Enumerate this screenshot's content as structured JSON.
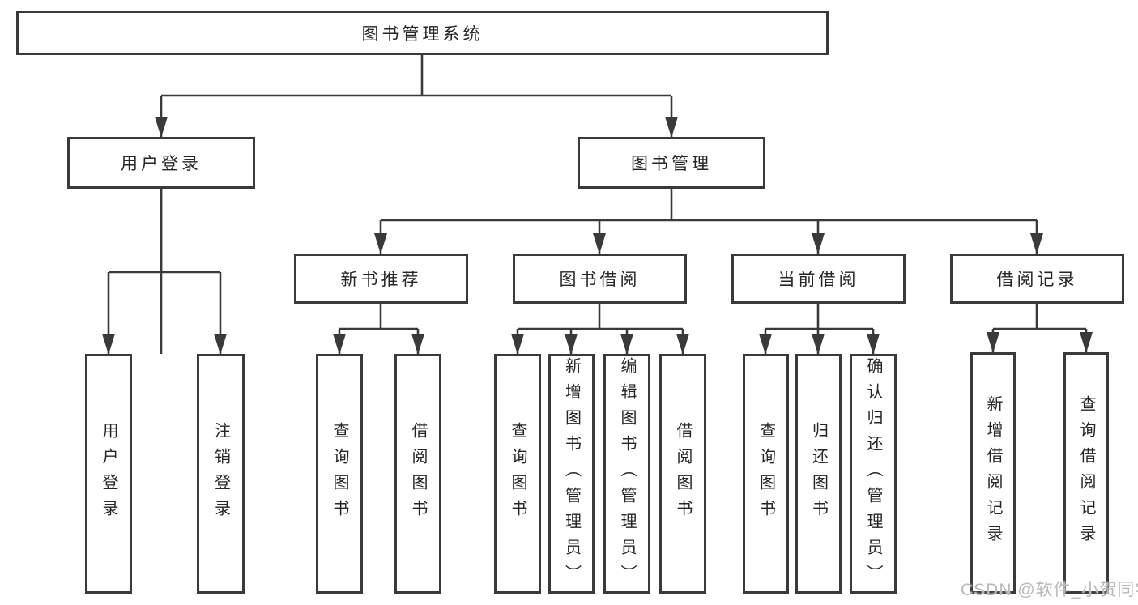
{
  "diagram": {
    "root": {
      "label": "图书管理系统"
    },
    "level2": [
      {
        "label": "用户登录"
      },
      {
        "label": "图书管理"
      }
    ],
    "level3": [
      {
        "label": "新书推荐"
      },
      {
        "label": "图书借阅"
      },
      {
        "label": "当前借阅"
      },
      {
        "label": "借阅记录"
      }
    ],
    "leaves": {
      "user_login": [
        "用户登录",
        "注销登录"
      ],
      "new_book_recommend": [
        "查询图书",
        "借阅图书"
      ],
      "book_borrow": [
        "查询图书",
        "新增图书（管理员）",
        "编辑图书（管理员）",
        "借阅图书"
      ],
      "current_borrow": [
        "查询图书",
        "归还图书",
        "确认归还（管理员）"
      ],
      "borrow_records": [
        "新增借阅记录",
        "查询借阅记录"
      ]
    }
  },
  "watermark": "CSDN @软件_小贺同学",
  "colors": {
    "line": "#3a3a3a",
    "text": "#262626",
    "watermark": "#b9b9b9",
    "background": "#ffffff"
  }
}
